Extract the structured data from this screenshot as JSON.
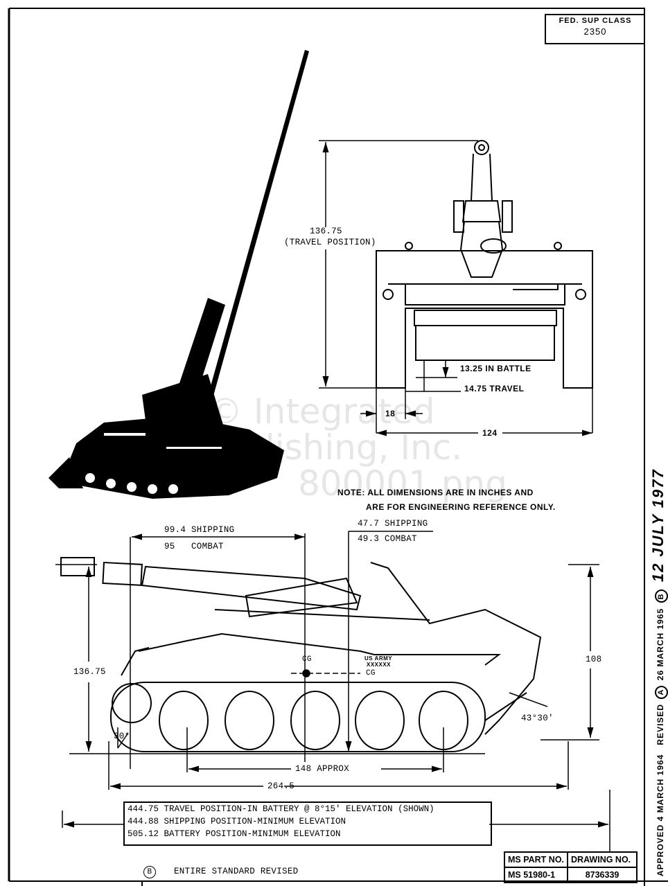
{
  "fed_sup_class": {
    "label": "FED. SUP CLASS",
    "value": "2350"
  },
  "front_view": {
    "height_dim": "136.75",
    "height_note": "(TRAVEL POSITION)",
    "clearance_battle": "13.25 IN BATTLE",
    "clearance_travel": "14.75 TRAVEL",
    "track_width": "18",
    "overall_width": "124"
  },
  "note": {
    "line1": "NOTE: ALL DIMENSIONS ARE IN INCHES AND",
    "line2": "ARE FOR ENGINEERING REFERENCE ONLY."
  },
  "side_view": {
    "front_overhang_shipping": "99.4 SHIPPING",
    "front_overhang_combat": "95   COMBAT",
    "cg_shipping": "47.7 SHIPPING",
    "cg_combat": "49.3 COMBAT",
    "height_left": "136.75",
    "height_right": "108",
    "cg_label_1": "CG",
    "cg_label_2": "CG",
    "marking_1": "US ARMY",
    "marking_2": "XXXXXX",
    "approach_angle": "30°",
    "departure_angle": "43°30'",
    "track_contact": "148 APPROX",
    "hull_length": "264.5"
  },
  "overall_lengths": [
    "444.75 TRAVEL POSITION-IN BATTERY @ 8°15' ELEVATION (SHOWN)",
    "444.88 SHIPPING POSITION-MINIMUM ELEVATION",
    "505.12 BATTERY POSITION-MINIMUM ELEVATION"
  ],
  "revision_note": {
    "symbol": "B",
    "text": "ENTIRE STANDARD REVISED"
  },
  "title_block": {
    "part_no_label": "MS PART NO.",
    "drawing_no_label": "DRAWING NO.",
    "part_no": "MS 51980-1",
    "drawing_no": "8736339"
  },
  "approval_strip": {
    "approved": "APPROVED 4 MARCH 1964",
    "revised": "REVISED",
    "rev_a_symbol": "A",
    "rev_a_date": "26 MARCH 1965",
    "rev_b_symbol": "B",
    "rev_b_date": "12 JULY 1977"
  },
  "watermark": [
    "© Integrated",
    "Publishing, Inc.",
    "800001.png"
  ]
}
